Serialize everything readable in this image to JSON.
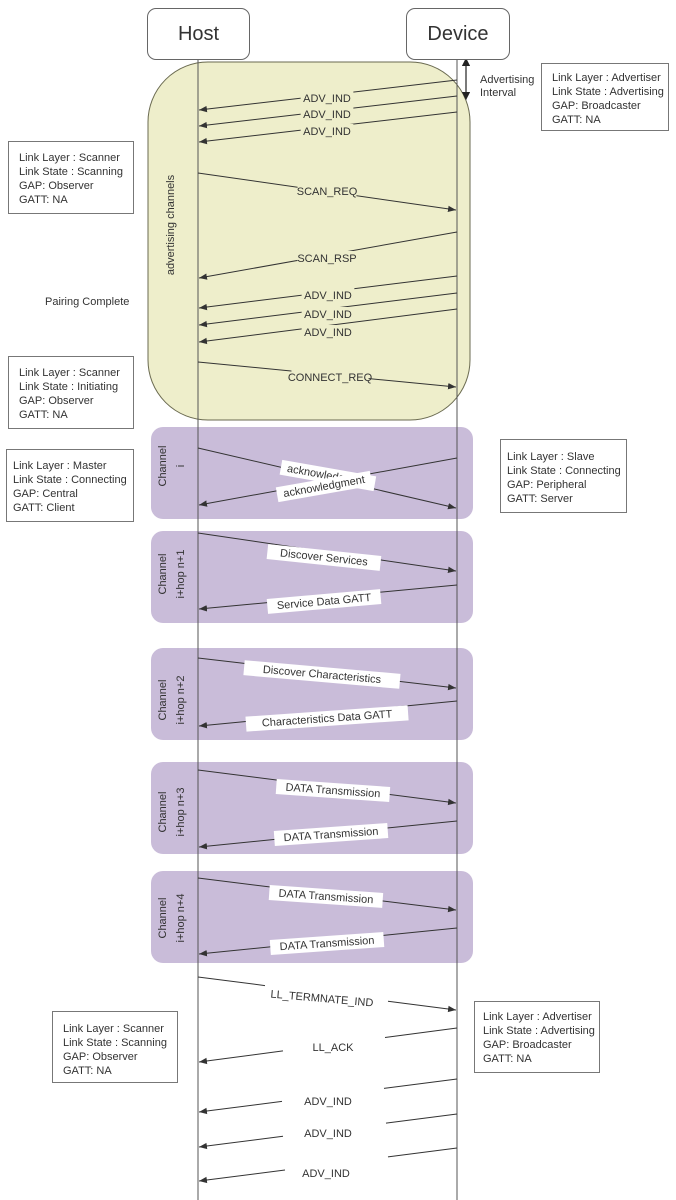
{
  "actors": {
    "host": "Host",
    "device": "Device"
  },
  "colors": {
    "advertising_region": "#eeeecb",
    "channel_region": "#c9bcd9",
    "line": "#333333",
    "box_border": "#777777"
  },
  "advertising_interval": {
    "line1": "Advertising",
    "line2": "Interval"
  },
  "pairing_complete": "Pairing Complete",
  "regions": [
    {
      "label1": "advertising channels",
      "label2": ""
    },
    {
      "label1": "Channel",
      "label2": "i"
    },
    {
      "label1": "Channel",
      "label2": "i+hop n+1"
    },
    {
      "label1": "Channel",
      "label2": "i+hop n+2"
    },
    {
      "label1": "Channel",
      "label2": "i+hop n+3"
    },
    {
      "label1": "Channel",
      "label2": "i+hop n+4"
    }
  ],
  "messages": [
    {
      "label": "ADV_IND",
      "dir": "device-to-host"
    },
    {
      "label": "ADV_IND",
      "dir": "device-to-host"
    },
    {
      "label": "ADV_IND",
      "dir": "device-to-host"
    },
    {
      "label": "SCAN_REQ",
      "dir": "host-to-device"
    },
    {
      "label": "SCAN_RSP",
      "dir": "device-to-host"
    },
    {
      "label": "ADV_IND",
      "dir": "device-to-host"
    },
    {
      "label": "ADV_IND",
      "dir": "device-to-host"
    },
    {
      "label": "ADV_IND",
      "dir": "device-to-host"
    },
    {
      "label": "CONNECT_REQ",
      "dir": "host-to-device"
    },
    {
      "label": "acknowledgment",
      "dir": "host-to-device"
    },
    {
      "label": "acknowledgment",
      "dir": "device-to-host"
    },
    {
      "label": "Discover Services",
      "dir": "host-to-device"
    },
    {
      "label": "Service Data GATT",
      "dir": "device-to-host"
    },
    {
      "label": "Discover Characteristics",
      "dir": "host-to-device"
    },
    {
      "label": "Characteristics Data GATT",
      "dir": "device-to-host"
    },
    {
      "label": "DATA Transmission",
      "dir": "host-to-device"
    },
    {
      "label": "DATA Transmission",
      "dir": "device-to-host"
    },
    {
      "label": "DATA Transmission",
      "dir": "host-to-device"
    },
    {
      "label": "DATA Transmission",
      "dir": "device-to-host"
    },
    {
      "label": "LL_TERMNATE_IND",
      "dir": "host-to-device"
    },
    {
      "label": "LL_ACK",
      "dir": "device-to-host"
    },
    {
      "label": "ADV_IND",
      "dir": "device-to-host"
    },
    {
      "label": "ADV_IND",
      "dir": "device-to-host"
    },
    {
      "label": "ADV_IND",
      "dir": "device-to-host"
    }
  ],
  "state_boxes": [
    {
      "lines": [
        "Link Layer : Advertiser",
        "Link State : Advertising",
        "GAP: Broadcaster",
        "GATT: NA"
      ]
    },
    {
      "lines": [
        "Link Layer : Scanner",
        "Link State : Scanning",
        "GAP: Observer",
        "GATT: NA"
      ]
    },
    {
      "lines": [
        "Link Layer : Scanner",
        "Link State : Initiating",
        "GAP: Observer",
        "GATT: NA"
      ]
    },
    {
      "lines": [
        "Link Layer : Master",
        "Link State : Connecting",
        "GAP: Central",
        "GATT: Client"
      ]
    },
    {
      "lines": [
        "Link Layer : Slave",
        "Link State : Connecting",
        "GAP: Peripheral",
        "GATT: Server"
      ]
    },
    {
      "lines": [
        "Link Layer : Scanner",
        "Link State : Scanning",
        "GAP: Observer",
        "GATT: NA"
      ]
    },
    {
      "lines": [
        "Link Layer : Advertiser",
        "Link State : Advertising",
        "GAP: Broadcaster",
        "GATT: NA"
      ]
    }
  ]
}
